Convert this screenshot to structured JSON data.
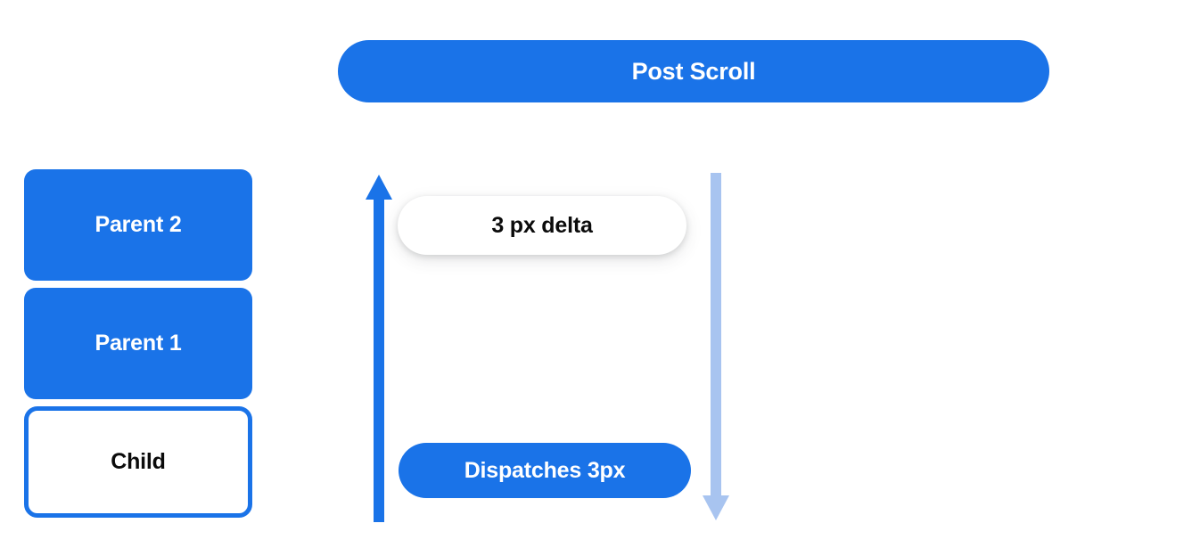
{
  "banner": {
    "title": "Post Scroll"
  },
  "stack": {
    "boxes": [
      {
        "label": "Parent 2",
        "style": "filled"
      },
      {
        "label": "Parent 1",
        "style": "filled"
      },
      {
        "label": "Child",
        "style": "outlined"
      }
    ]
  },
  "arrows": [
    {
      "name": "scroll-up-arrow",
      "direction": "up",
      "color": "#1a73e8"
    },
    {
      "name": "scroll-down-arrow",
      "direction": "down",
      "color": "#a8c4f0"
    }
  ],
  "pills": {
    "delta": "3 px delta",
    "dispatch": "Dispatches 3px"
  },
  "colors": {
    "brand_blue": "#1a73e8",
    "light_blue": "#a8c4f0",
    "text_dark": "#0b0b0b",
    "text_light": "#ffffff",
    "background": "#ffffff"
  }
}
